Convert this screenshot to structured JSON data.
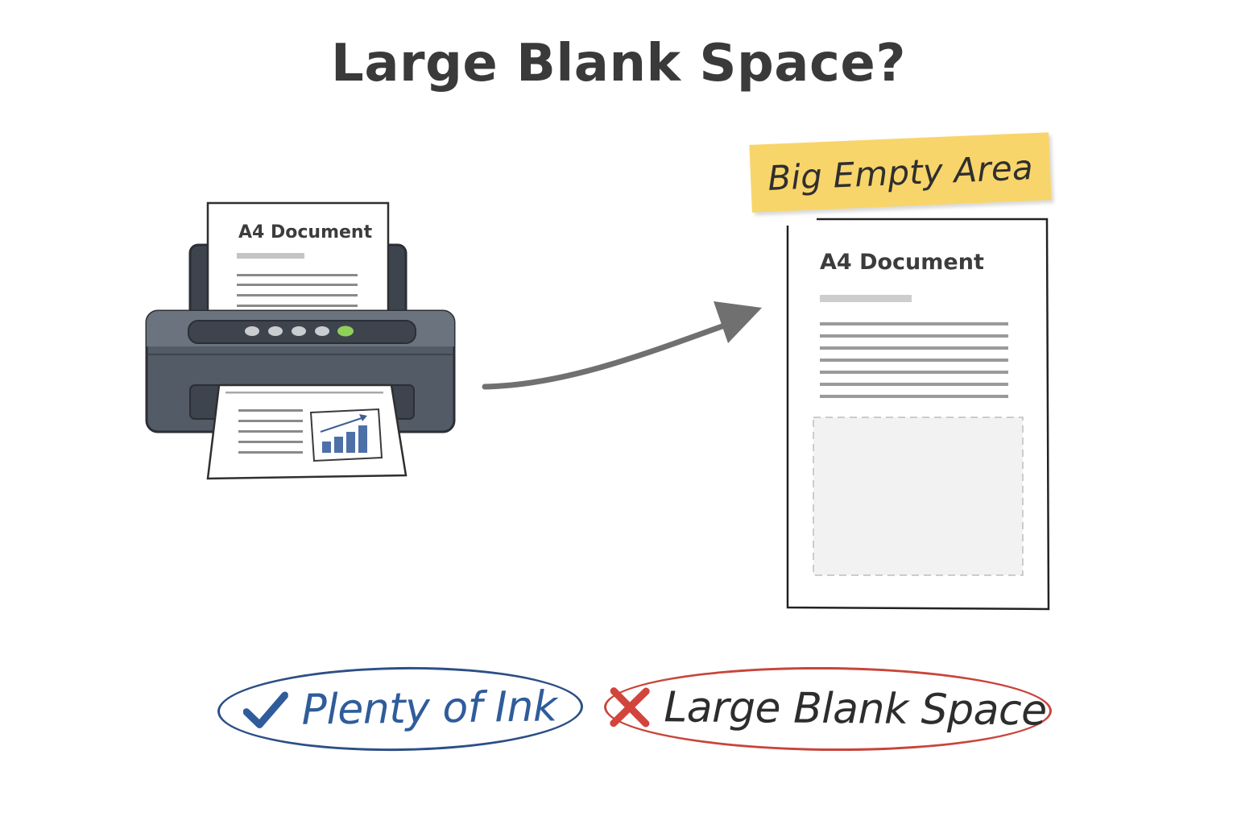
{
  "title": "Large Blank Space?",
  "printer": {
    "paper_label": "A4 Document"
  },
  "document": {
    "label": "A4 Document",
    "note": "Big Empty Area"
  },
  "options": [
    {
      "label": "Plenty of Ink",
      "icon": "check-icon",
      "color": "#2f5c9b"
    },
    {
      "label": "Large Blank Space",
      "icon": "cross-icon",
      "color": "#c8453a"
    }
  ],
  "colors": {
    "printer_body": "#535b67",
    "printer_dark": "#3e444d",
    "printer_light": "#6b737e",
    "status_light": "#8fcf5a",
    "chart_bars": "#4d70a8",
    "note": "#f8d56b",
    "blank_area": "#f2f2f2"
  }
}
